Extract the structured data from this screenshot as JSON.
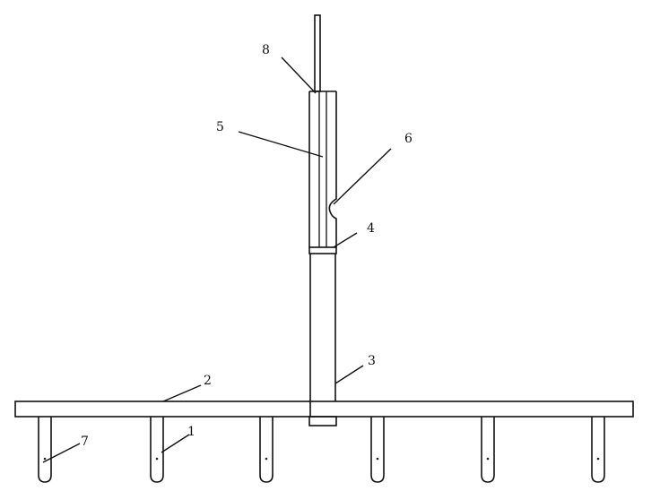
{
  "diagram": {
    "labels": {
      "rod": "8",
      "inner_tube": "5",
      "notch": "6",
      "collar": "4",
      "vertical_pipe": "3",
      "horizontal_pipe": "2",
      "branch_tube": "1",
      "outlet_hole": "7"
    },
    "branch_count": 6
  }
}
